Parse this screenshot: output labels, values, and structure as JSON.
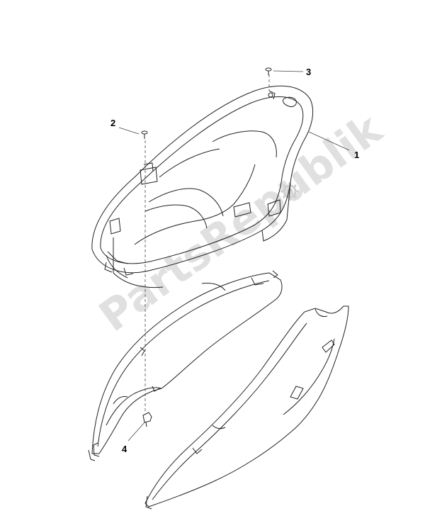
{
  "labels": {
    "p1": "1",
    "p2": "2",
    "p3": "3",
    "p4": "4"
  },
  "watermark": "PartsRepublik",
  "colors": {
    "line": "#222222",
    "watermark": "#cfcfcf",
    "background": "#ffffff"
  }
}
